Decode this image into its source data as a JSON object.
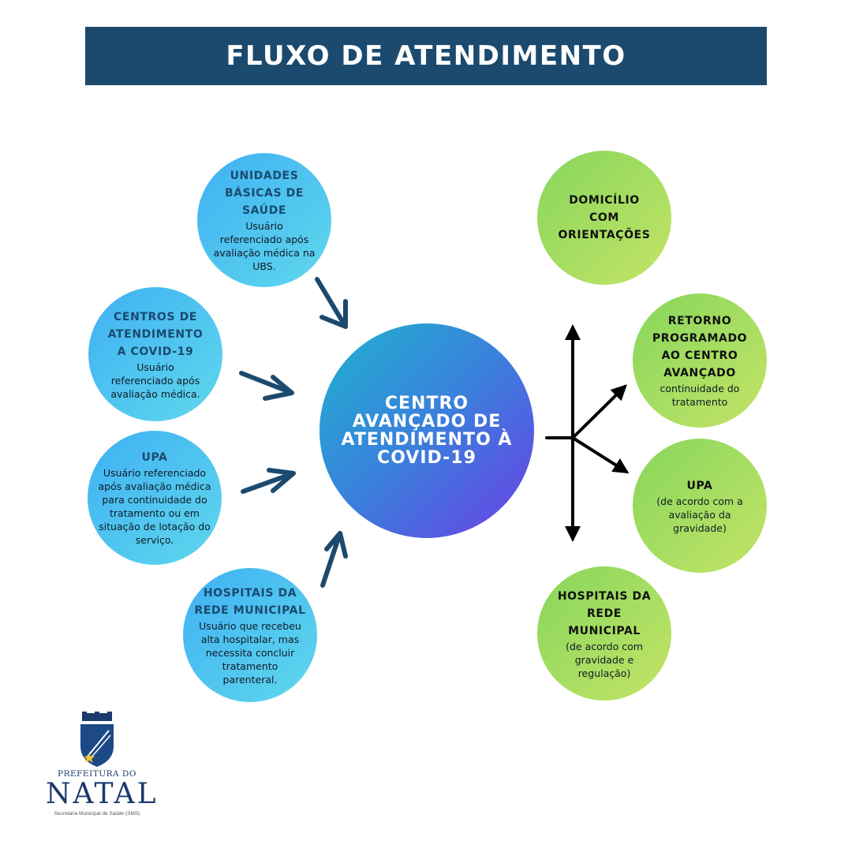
{
  "title": "FLUXO DE ATENDIMENTO",
  "center": "CENTRO AVANÇADO DE ATENDIMENTO À COVID-19",
  "inputs": [
    {
      "title": "UNIDADES BÁSICAS DE SAÚDE",
      "desc": "Usuário referenciado após avaliação médica na UBS."
    },
    {
      "title": "CENTROS DE ATENDIMENTO A COVID-19",
      "desc": "Usuário referenciado após avaliação médica."
    },
    {
      "title": "UPA",
      "desc": "Usuário referenciado após avaliação médica para continuidade do tratamento ou em situação de lotação do serviço."
    },
    {
      "title": "HOSPITAIS DA REDE MUNICIPAL",
      "desc": "Usuário que recebeu alta hospitalar, mas necessita concluir tratamento parenteral."
    }
  ],
  "outputs": [
    {
      "title": "DOMICÍLIO COM ORIENTAÇÕES",
      "desc": ""
    },
    {
      "title": "RETORNO PROGRAMADO AO CENTRO AVANÇADO",
      "desc": "continuidade do tratamento"
    },
    {
      "title": "UPA",
      "desc": "(de acordo com a avaliação da gravidade)"
    },
    {
      "title": "HOSPITAIS DA REDE MUNICIPAL",
      "desc": "(de acordo com gravidade e regulação)"
    }
  ],
  "logo": {
    "line1": "PREFEITURA DO",
    "line2": "NATAL",
    "line3": "Secretaria Municipal de Saúde (SMS)"
  },
  "colors": {
    "banner": "#1b4a6e",
    "input_gradient": [
      "#3fb0f4",
      "#5fd8ec"
    ],
    "output_gradient": [
      "#86d65c",
      "#c4e466"
    ],
    "center_gradient": [
      "#1fb3cf",
      "#6a3fe6"
    ]
  }
}
